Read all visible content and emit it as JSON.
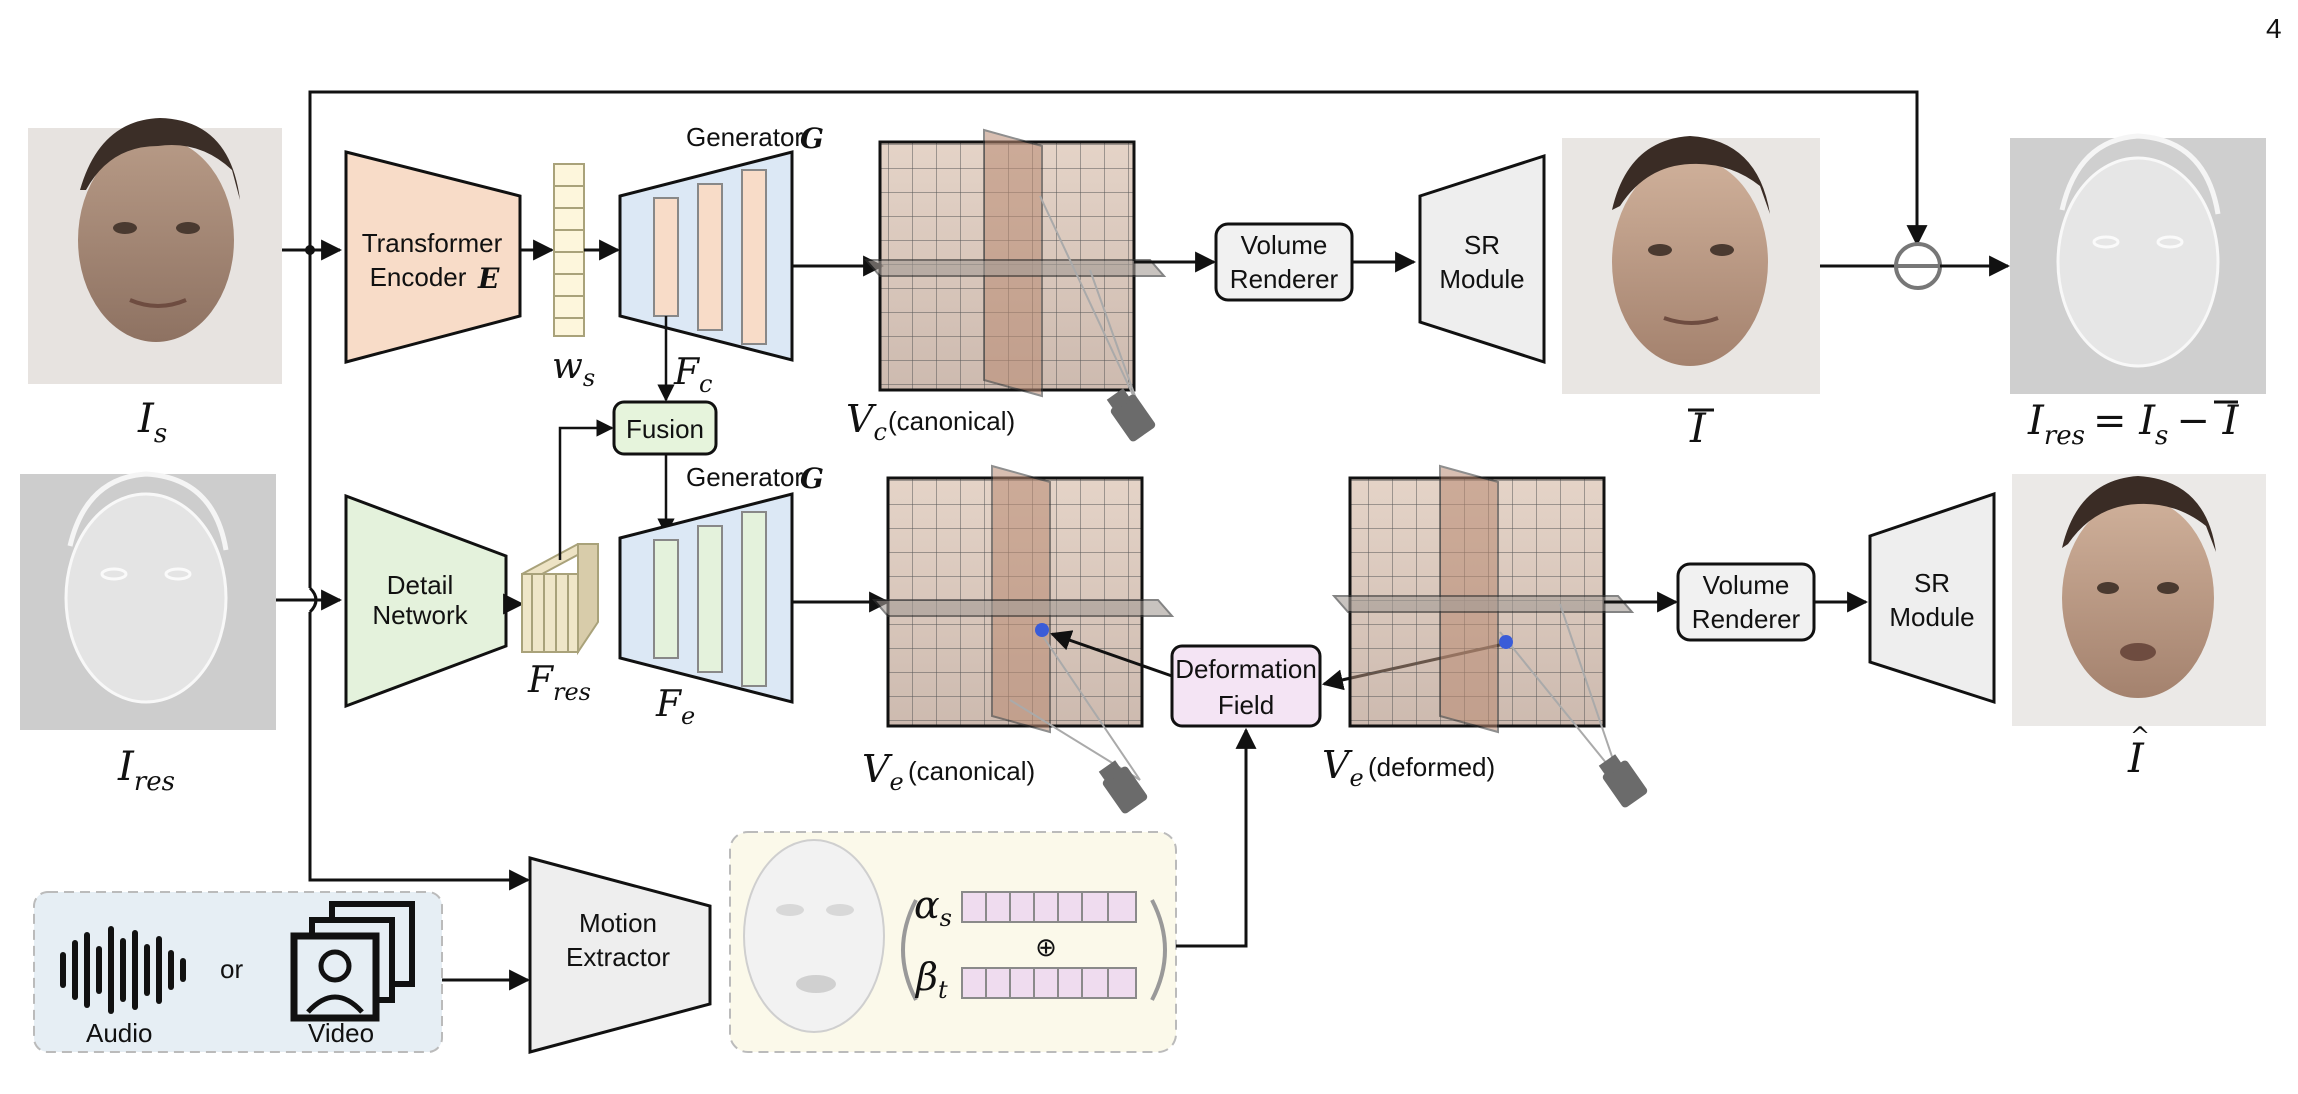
{
  "page_number": "4",
  "labels": {
    "transformer_encoder_line1": "Transformer",
    "transformer_encoder_line2": "Encoder",
    "transformer_encoder_symbol": "E",
    "generator_top": "Generator",
    "generator_top_symbol": "G",
    "generator_bottom": "Generator",
    "generator_bottom_symbol": "G",
    "volume_renderer_top_line1": "Volume",
    "volume_renderer_top_line2": "Renderer",
    "sr_top_line1": "SR",
    "sr_top_line2": "Module",
    "fusion": "Fusion",
    "detail_network_line1": "Detail",
    "detail_network_line2": "Network",
    "deformation_field_line1": "Deformation",
    "deformation_field_line2": "Field",
    "volume_renderer_bottom_line1": "Volume",
    "volume_renderer_bottom_line2": "Renderer",
    "sr_bottom_line1": "SR",
    "sr_bottom_line2": "Module",
    "motion_extractor_line1": "Motion",
    "motion_extractor_line2": "Extractor",
    "audio": "Audio",
    "or": "or",
    "video": "Video",
    "oplus": "⊕"
  },
  "math": {
    "I_s": "I",
    "I_s_sub": "s",
    "I_res": "I",
    "I_res_sub": "res",
    "w_s": "w",
    "w_s_sub": "s",
    "F_c": "F",
    "F_c_sub": "c",
    "F_res": "F",
    "F_res_sub": "res",
    "F_e": "F",
    "F_e_sub": "e",
    "V_c": "V",
    "V_c_sub": "c",
    "V_c_note": "(canonical)",
    "V_e1": "V",
    "V_e1_sub": "e",
    "V_e1_note": "(canonical)",
    "V_e2": "V",
    "V_e2_sub": "e",
    "V_e2_note": "(deformed)",
    "I_bar": "I",
    "I_hat": "I",
    "res_eq_lhs": "I",
    "res_eq_lhs_sub": "res",
    "res_eq_mid": "= I",
    "res_eq_mid_sub": "s",
    "res_eq_rhs": "− I",
    "alpha": "α",
    "alpha_sub": "s",
    "beta": "β",
    "beta_sub": "t"
  },
  "colors": {
    "encoder_fill": "#f8dcc8",
    "generator_fill": "#dce8f5",
    "detail_fill": "#e4f2dc",
    "fusion_fill": "#e6f4dc",
    "deform_fill": "#f4e4f4",
    "grey_box": "#eeeeee",
    "audio_panel": "#e6eef4",
    "coeff_panel": "#fbf9ea",
    "coeff_cell": "#efdcef",
    "latent_cell": "#fdf6dc"
  },
  "icons": {
    "audio": "waveform-icon",
    "video": "video-frames-icon",
    "camera": "camera-icon",
    "face": "face-photo"
  }
}
